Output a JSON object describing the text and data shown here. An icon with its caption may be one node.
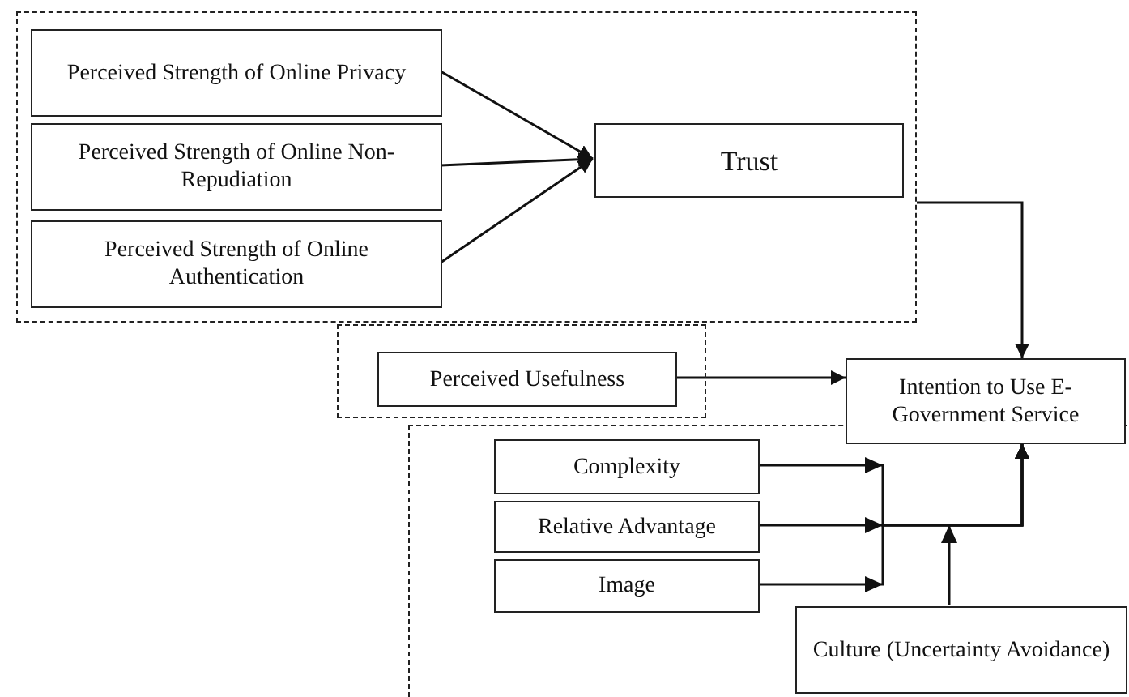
{
  "diagram": {
    "nodes": [
      {
        "text": [],
        "shape": "box"
      },
      {
        "text": [
          "Perceived Strength of Online Privacy"
        ],
        "in": 0
      },
      {
        "text": [
          "Perceived Strength of Online Non-Repudiation"
        ],
        "in": 0
      },
      {
        "text": [
          "Perceived Strength of Online Authentication"
        ],
        "in": 0
      },
      {
        "text": [
          "Trust"
        ],
        "in": 0
      },
      {
        "text": [
          "Intention to Use E-Government Service"
        ]
      },
      {
        "text": [],
        "shape": "box"
      },
      {
        "text": [
          "Perceived Usefulness"
        ],
        "in": 6
      },
      {
        "text": [],
        "shape": "box"
      },
      {
        "text": [
          "Complexity"
        ],
        "in": 8
      },
      {
        "text": [
          "Relative Advantage"
        ],
        "in": 8
      },
      {
        "text": [
          "Image"
        ],
        "in": 8
      },
      {
        "text": [
          "Culture (Uncertainty Avoidance)"
        ],
        "in": 8
      }
    ],
    "edges": [
      {
        "from": 1,
        "to": 4,
        "arrow": "to"
      },
      {
        "from": 2,
        "to": 4,
        "arrow": "to"
      },
      {
        "from": 3,
        "to": 4,
        "arrow": "to"
      },
      {
        "from": 0,
        "to": 5,
        "arrow": "to"
      },
      {
        "from": 7,
        "to": 5,
        "arrow": "to"
      },
      {
        "from": 9,
        "to": 5,
        "arrow": "to"
      },
      {
        "from": 10,
        "to": 5,
        "arrow": "to"
      },
      {
        "from": 11,
        "to": 5,
        "arrow": "to"
      },
      {
        "from": 12,
        "to": 5,
        "arrow": "to"
      }
    ]
  }
}
